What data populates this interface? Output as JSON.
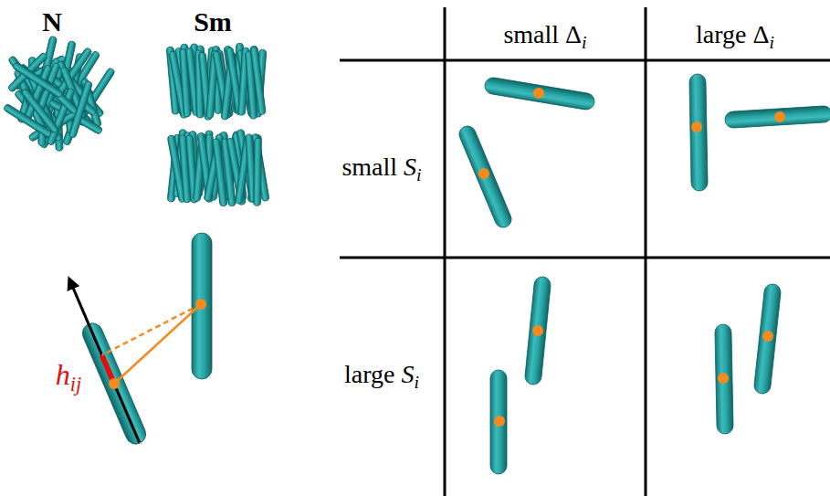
{
  "diagram": {
    "labels": [
      "N",
      "Sm",
      "hij",
      "small Δi",
      "large Δi",
      "small Si",
      "large Si"
    ]
  }
}
